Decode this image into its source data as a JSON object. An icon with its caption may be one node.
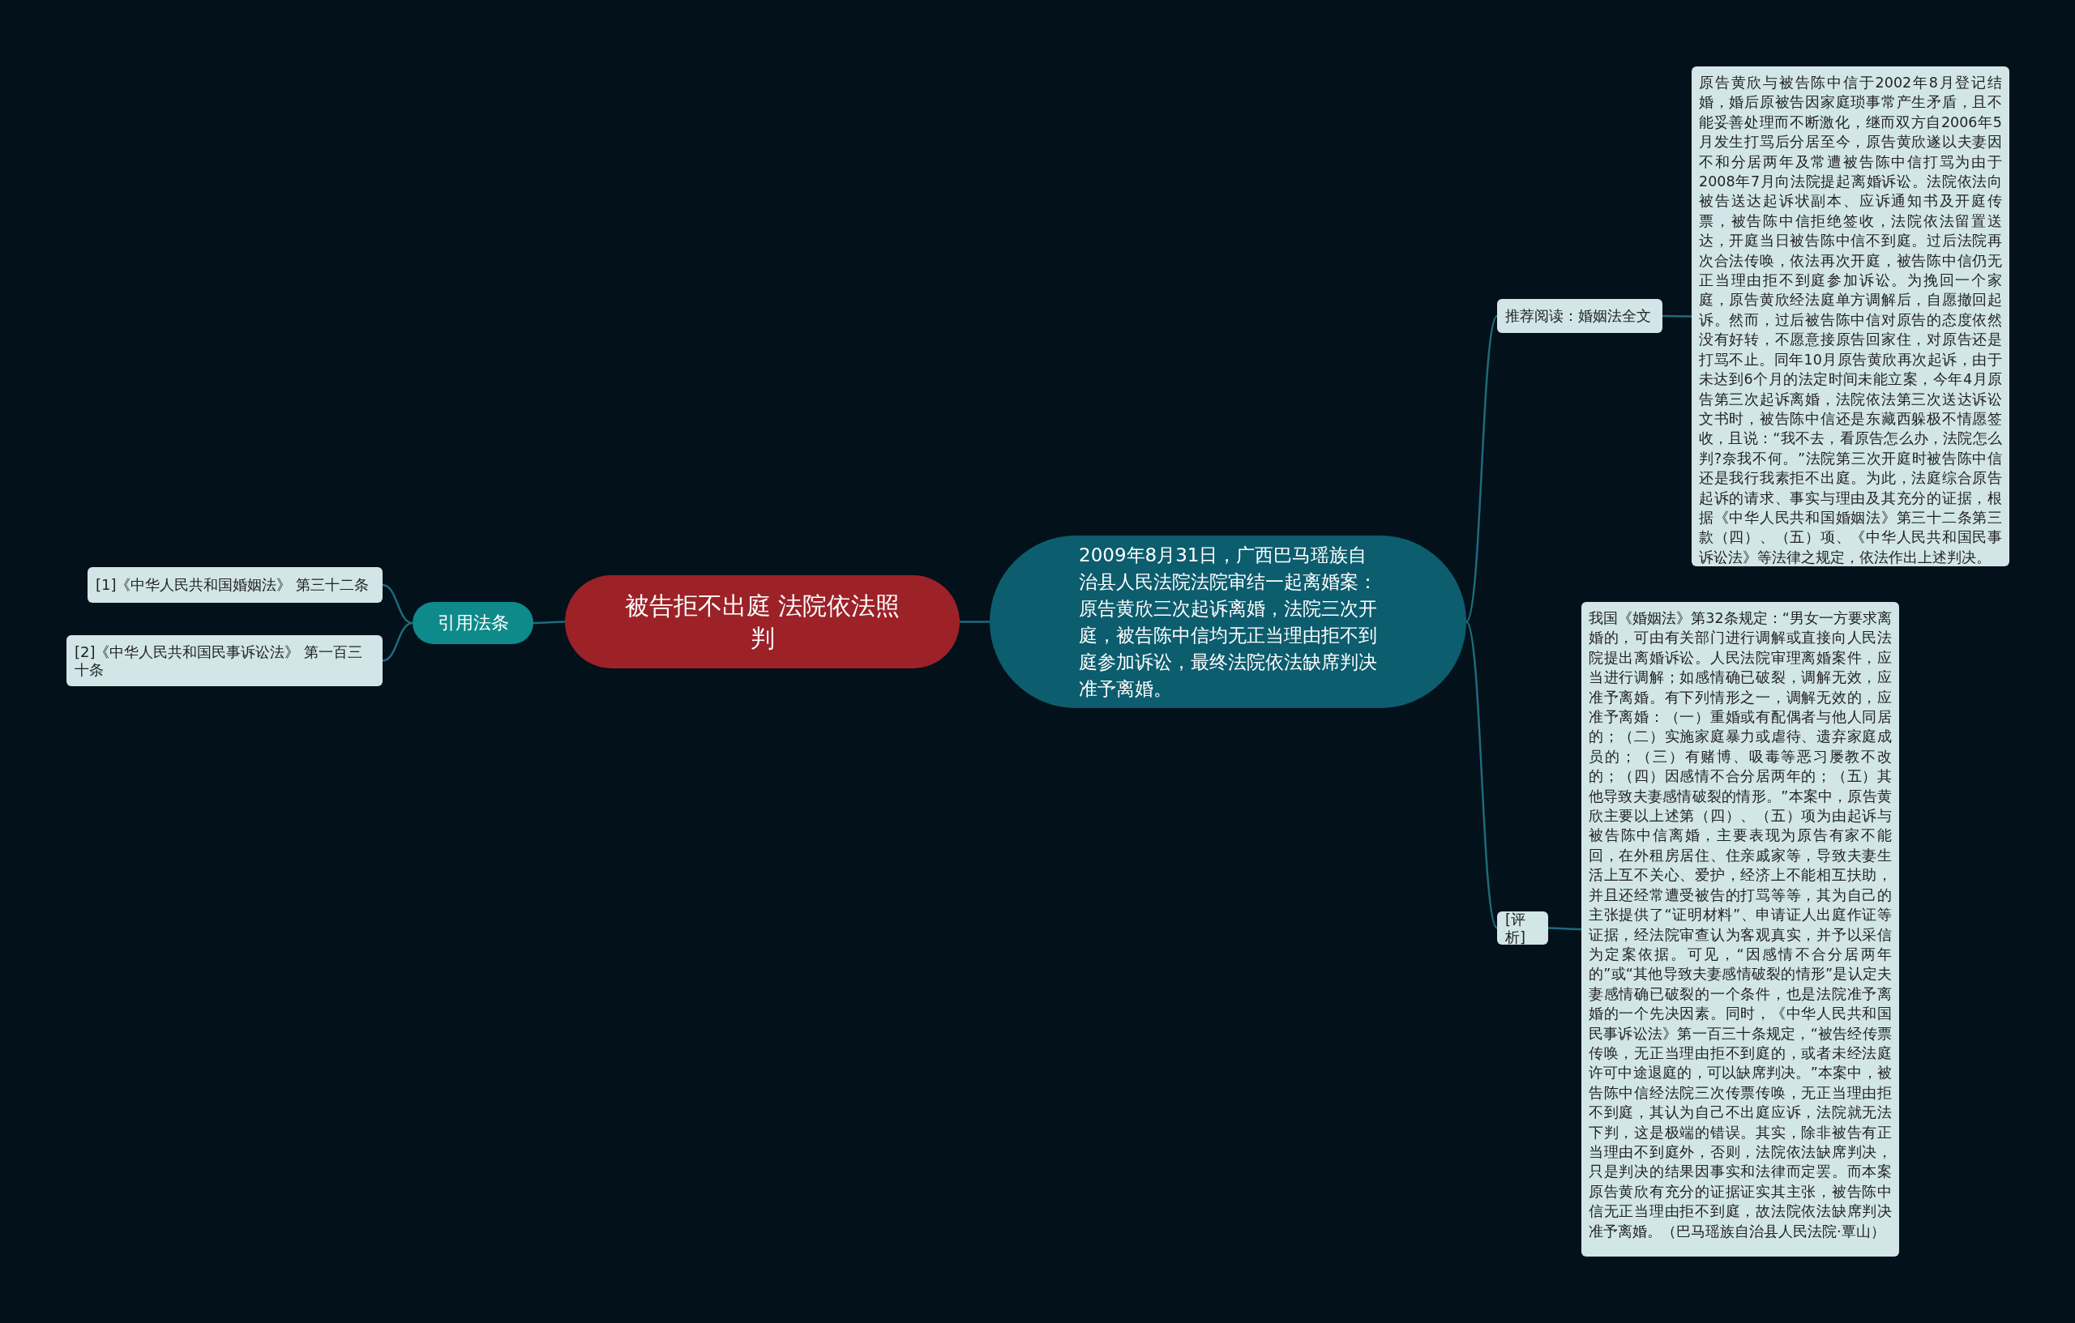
{
  "diagram": {
    "nodes": [
      {
        "text": [
          "被告拒不出庭 法院依法照判"
        ]
      },
      {
        "text": [
          "引用法条"
        ]
      },
      {
        "text": [
          "[1]《中华人民共和国婚姻法》 第三十二条"
        ]
      },
      {
        "text": [
          "[2]《中华人民共和国民事诉讼法》 第一百三十条"
        ]
      },
      {
        "text": [
          "2009年8月31日，广西巴马瑶族自治县人民法院法院审结一起离婚案：原告黄欣三次起诉离婚，法院三次开庭，被告陈中信均无正当理由拒不到庭参加诉讼，最终法院依法缺席判决准予离婚。"
        ]
      },
      {
        "text": [
          "推荐阅读：婚姻法全文"
        ]
      },
      {
        "text": [
          "原告黄欣与被告陈中信于2002年8月登记结婚，婚后原被告因家庭琐事常产生矛盾，且不能妥善处理而不断激化，继而双方自2006年5月发生打骂后分居至今，原告黄欣遂以夫妻因不和分居两年及常遭被告陈中信打骂为由于2008年7月向法院提起离婚诉讼。法院依法向被告送达起诉状副本、应诉通知书及开庭传票，被告陈中信拒绝签收，法院依法留置送达，开庭当日被告陈中信不到庭。过后法院再次合法传唤，依法再次开庭，被告陈中信仍无正当理由拒不到庭参加诉讼。为挽回一个家庭，原告黄欣经法庭单方调解后，自愿撤回起诉。然而，过后被告陈中信对原告的态度依然没有好转，不愿意接原告回家住，对原告还是打骂不止。同年10月原告黄欣再次起诉，由于未达到6个月的法定时间未能立案，今年4月原告第三次起诉离婚，法院依法第三次送达诉讼文书时，被告陈中信还是东藏西躲极不情愿签收，且说：“我不去，看原告怎么办，法院怎么判?奈我不何。”法院第三次开庭时被告陈中信还是我行我素拒不出庭。为此，法庭综合原告起诉的请求、事实与理由及其充分的证据，根据《中华人民共和国婚姻法》第三十二条第三款（四）、（五）项、《中华人民共和国民事诉讼法》等法律之规定，依法作出上述判决。"
        ]
      },
      {
        "text": [
          "[评析]"
        ]
      },
      {
        "text": [
          "我国《婚姻法》第32条规定：“男女一方要求离婚的，可由有关部门进行调解或直接向人民法院提出离婚诉讼。人民法院审理离婚案件，应当进行调解；如感情确已破裂，调解无效，应准予离婚。有下列情形之一，调解无效的，应准予离婚：（一）重婚或有配偶者与他人同居的；（二）实施家庭暴力或虐待、遗弃家庭成员的；（三）有赌博、吸毒等恶习屡教不改的；（四）因感情不合分居两年的；（五）其他导致夫妻感情破裂的情形。”本案中，原告黄欣主要以上述第（四）、（五）项为由起诉与被告陈中信离婚，主要表现为原告有家不能回，在外租房居住、住亲戚家等，导致夫妻生活上互不关心、爱护，经济上不能相互扶助，并且还经常遭受被告的打骂等等，其为自己的主张提供了“证明材料”、申请证人出庭作证等证据，经法院审查认为客观真实，并予以采信为定案依据。可见，“因感情不合分居两年的”或“其他导致夫妻感情破裂的情形”是认定夫妻感情确已破裂的一个条件，也是法院准予离婚的一个先决因素。同时，《中华人民共和国民事诉讼法》第一百三十条规定，“被告经传票传唤，无正当理由拒不到庭的，或者未经法庭许可中途退庭的，可以缺席判决。”本案中，被告陈中信经法院三次传票传唤，无正当理由拒不到庭，其认为自己不出庭应诉，法院就无法下判，这是极端的错误。其实，除非被告有正当理由不到庭外，否则，法院依法缺席判决，只是判决的结果因事实和法律而定罢。而本案原告黄欣有充分的证据证实其主张，被告陈中信无正当理由拒不到庭，故法院依法缺席判决准予离婚。（巴马瑶族自治县人民法院·覃山）"
        ]
      }
    ],
    "edges": [
      {
        "from": 0,
        "to": 1,
        "arrow": "none"
      },
      {
        "from": 1,
        "to": 2,
        "arrow": "none"
      },
      {
        "from": 1,
        "to": 3,
        "arrow": "none"
      },
      {
        "from": 0,
        "to": 4,
        "arrow": "none"
      },
      {
        "from": 4,
        "to": 5,
        "arrow": "none"
      },
      {
        "from": 5,
        "to": 6,
        "arrow": "none"
      },
      {
        "from": 4,
        "to": 7,
        "arrow": "none"
      },
      {
        "from": 7,
        "to": 8,
        "arrow": "none"
      }
    ]
  }
}
